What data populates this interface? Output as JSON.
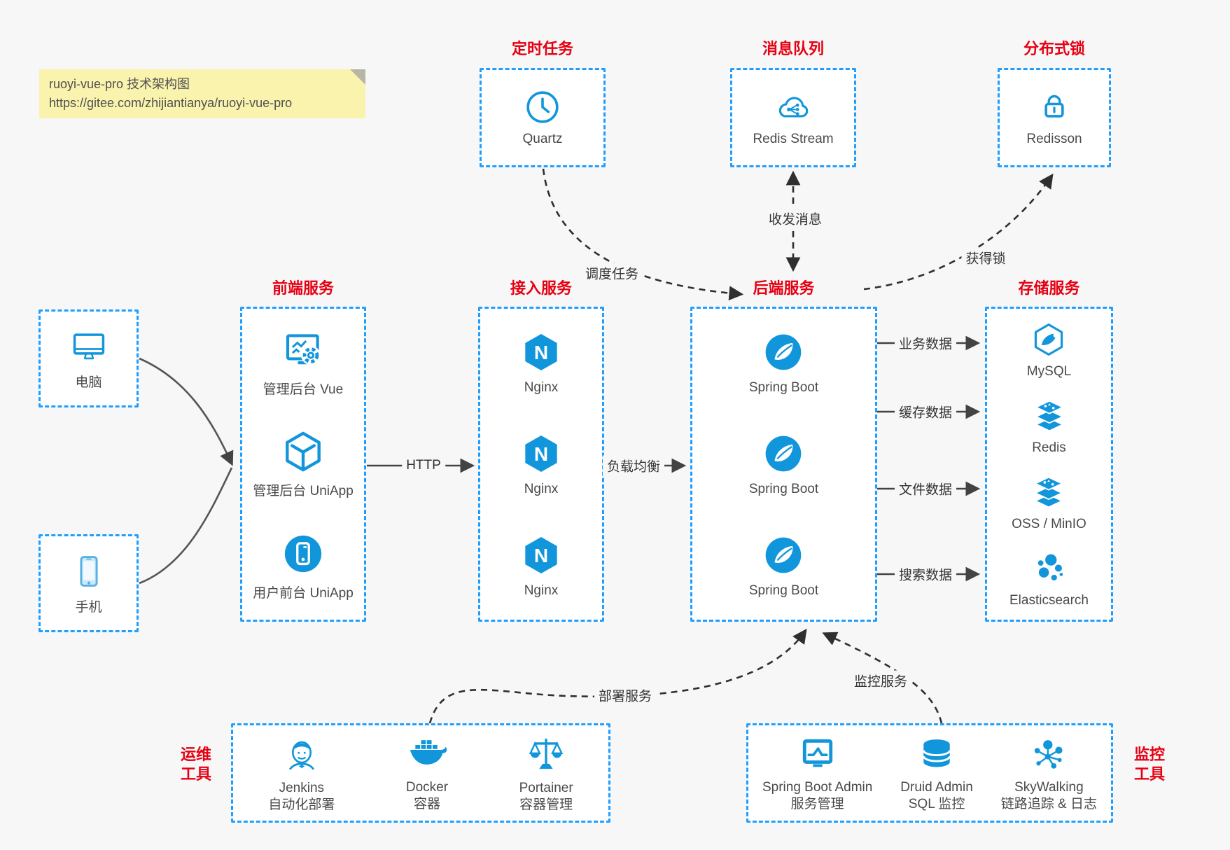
{
  "colors": {
    "accent_blue": "#1296db",
    "border_blue": "#1e9fff",
    "title_red": "#e60012",
    "note_bg": "#faf3ae",
    "arrow_dark": "#434343",
    "page_bg": "#f7f7f8"
  },
  "note": {
    "line1": "ruoyi-vue-pro 技术架构图",
    "line2": "https://gitee.com/zhijiantianya/ruoyi-vue-pro"
  },
  "top_groups": [
    {
      "title": "定时任务",
      "icon": "clock-icon",
      "label": "Quartz"
    },
    {
      "title": "消息队列",
      "icon": "redis-stream-cloud-icon",
      "label": "Redis Stream"
    },
    {
      "title": "分布式锁",
      "icon": "lock-icon",
      "label": "Redisson"
    }
  ],
  "clients": [
    {
      "icon": "desktop-icon",
      "label": "电脑"
    },
    {
      "icon": "smartphone-icon",
      "label": "手机"
    }
  ],
  "columns": [
    {
      "title": "前端服务",
      "items": [
        {
          "icon": "admin-vue-icon",
          "label": "管理后台 Vue"
        },
        {
          "icon": "uniapp-cube-icon",
          "label": "管理后台 UniApp"
        },
        {
          "icon": "user-app-icon",
          "label": "用户前台 UniApp"
        }
      ]
    },
    {
      "title": "接入服务",
      "items": [
        {
          "icon": "nginx-icon",
          "label": "Nginx"
        },
        {
          "icon": "nginx-icon",
          "label": "Nginx"
        },
        {
          "icon": "nginx-icon",
          "label": "Nginx"
        }
      ]
    },
    {
      "title": "后端服务",
      "items": [
        {
          "icon": "spring-boot-icon",
          "label": "Spring Boot"
        },
        {
          "icon": "spring-boot-icon",
          "label": "Spring Boot"
        },
        {
          "icon": "spring-boot-icon",
          "label": "Spring Boot"
        }
      ]
    },
    {
      "title": "存储服务",
      "items": [
        {
          "icon": "mysql-icon",
          "label": "MySQL"
        },
        {
          "icon": "redis-icon",
          "label": "Redis"
        },
        {
          "icon": "oss-minio-icon",
          "label": "OSS / MinIO"
        },
        {
          "icon": "elasticsearch-icon",
          "label": "Elasticsearch"
        }
      ]
    }
  ],
  "bottom_groups": [
    {
      "title_line1": "运维",
      "title_line2": "工具",
      "items": [
        {
          "icon": "jenkins-icon",
          "label": "Jenkins",
          "sublabel": "自动化部署"
        },
        {
          "icon": "docker-icon",
          "label": "Docker",
          "sublabel": "容器"
        },
        {
          "icon": "portainer-icon",
          "label": "Portainer",
          "sublabel": "容器管理"
        }
      ]
    },
    {
      "title_line1": "监控",
      "title_line2": "工具",
      "items": [
        {
          "icon": "spring-boot-admin-icon",
          "label": "Spring Boot Admin",
          "sublabel": "服务管理"
        },
        {
          "icon": "druid-icon",
          "label": "Druid Admin",
          "sublabel": "SQL 监控"
        },
        {
          "icon": "skywalking-icon",
          "label": "SkyWalking",
          "sublabel": "链路追踪 & 日志"
        }
      ]
    }
  ],
  "connectors": {
    "http": "HTTP",
    "load_balance": "负载均衡",
    "schedule_job": "调度任务",
    "send_receive_message": "收发消息",
    "acquire_lock": "获得锁",
    "business_data": "业务数据",
    "cache_data": "缓存数据",
    "file_data": "文件数据",
    "search_data": "搜索数据",
    "deploy_service": "部署服务",
    "monitor_service": "监控服务"
  }
}
